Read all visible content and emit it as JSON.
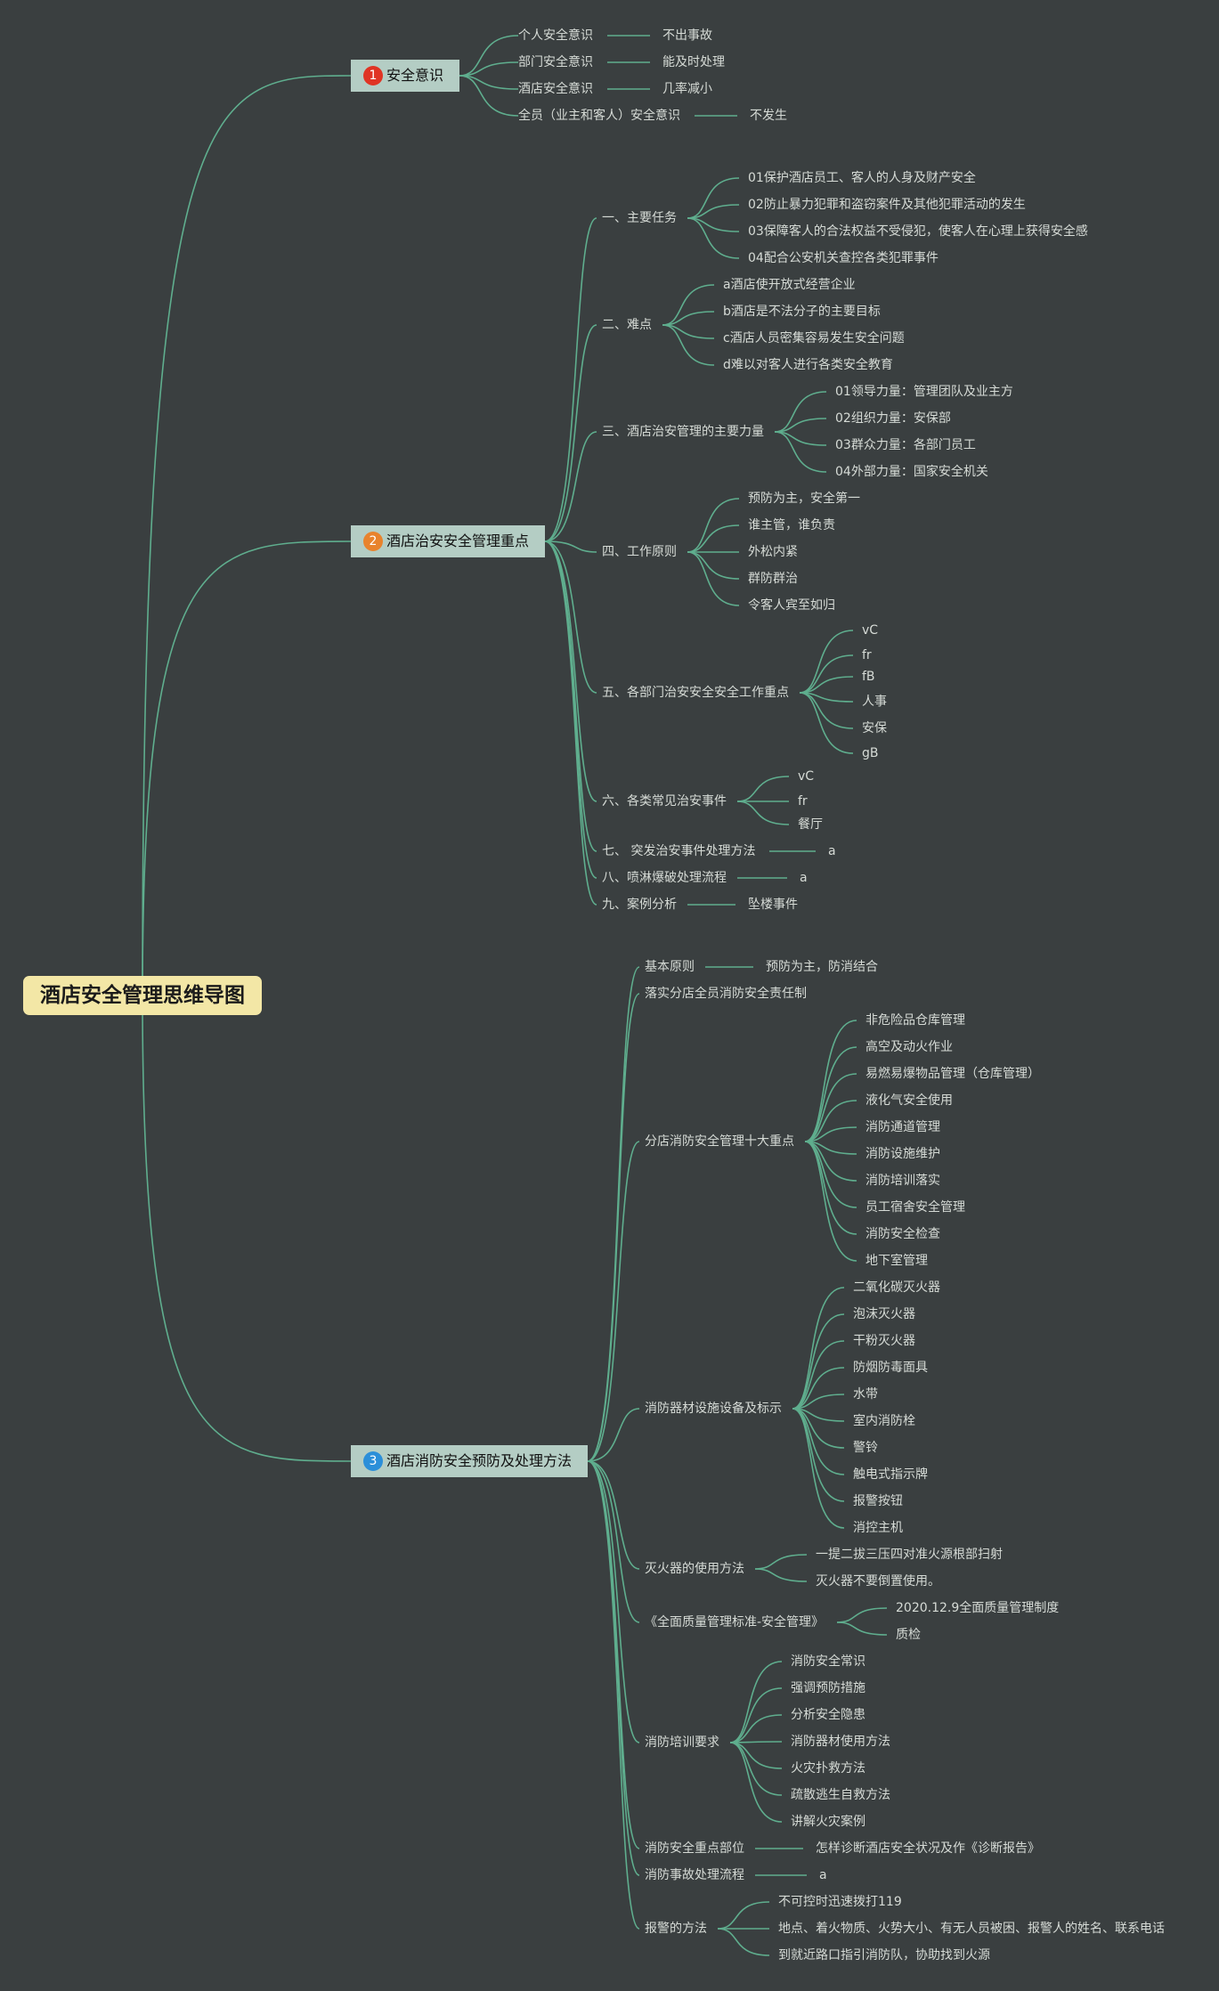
{
  "root": "酒店安全管理思维导图",
  "colors": {
    "background": "#3a3f40",
    "line": "#5fae8e",
    "root_fill": "#f3e7a6",
    "topic_fill": "#b4cdc4",
    "badges": [
      "#e03424",
      "#e8832d",
      "#2b8fd9"
    ]
  },
  "topics": [
    {
      "num": "1",
      "label": "安全意识",
      "children": [
        {
          "label": "个人安全意识",
          "children": [
            {
              "label": "不出事故"
            }
          ]
        },
        {
          "label": "部门安全意识",
          "children": [
            {
              "label": "能及时处理"
            }
          ]
        },
        {
          "label": "酒店安全意识",
          "children": [
            {
              "label": "几率减小"
            }
          ]
        },
        {
          "label": "全员（业主和客人）安全意识",
          "children": [
            {
              "label": "不发生"
            }
          ]
        }
      ]
    },
    {
      "num": "2",
      "label": "酒店治安安全管理重点",
      "children": [
        {
          "label": "一、主要任务",
          "children": [
            {
              "label": "01保护酒店员工、客人的人身及财产安全"
            },
            {
              "label": "02防止暴力犯罪和盗窃案件及其他犯罪活动的发生"
            },
            {
              "label": "03保障客人的合法权益不受侵犯，使客人在心理上获得安全感"
            },
            {
              "label": "04配合公安机关查控各类犯罪事件"
            }
          ]
        },
        {
          "label": "二、难点",
          "children": [
            {
              "label": "a酒店使开放式经营企业"
            },
            {
              "label": "b酒店是不法分子的主要目标"
            },
            {
              "label": "c酒店人员密集容易发生安全问题"
            },
            {
              "label": "d难以对客人进行各类安全教育"
            }
          ]
        },
        {
          "label": "三、酒店治安管理的主要力量",
          "children": [
            {
              "label": "01领导力量：管理团队及业主方"
            },
            {
              "label": "02组织力量：安保部"
            },
            {
              "label": "03群众力量：各部门员工"
            },
            {
              "label": "04外部力量：国家安全机关"
            }
          ]
        },
        {
          "label": "四、工作原则",
          "children": [
            {
              "label": "预防为主，安全第一"
            },
            {
              "label": "谁主管，谁负责"
            },
            {
              "label": "外松内紧"
            },
            {
              "label": "群防群治"
            },
            {
              "label": "令客人宾至如归"
            }
          ]
        },
        {
          "label": "五、各部门治安安全安全工作重点",
          "children": [
            {
              "label": "vC"
            },
            {
              "label": "fr"
            },
            {
              "label": "fB"
            },
            {
              "label": "人事"
            },
            {
              "label": "安保"
            },
            {
              "label": "gB"
            }
          ]
        },
        {
          "label": "六、各类常见治安事件",
          "children": [
            {
              "label": "vC"
            },
            {
              "label": "fr"
            },
            {
              "label": "餐厅"
            }
          ]
        },
        {
          "label": "七、 突发治安事件处理方法",
          "children": [
            {
              "label": "a"
            }
          ]
        },
        {
          "label": "八、喷淋爆破处理流程",
          "children": [
            {
              "label": "a"
            }
          ]
        },
        {
          "label": "九、案例分析",
          "children": [
            {
              "label": "坠楼事件"
            }
          ]
        }
      ]
    },
    {
      "num": "3",
      "label": "酒店消防安全预防及处理方法",
      "children": [
        {
          "label": "基本原则",
          "children": [
            {
              "label": "预防为主，防消结合"
            }
          ]
        },
        {
          "label": "落实分店全员消防安全责任制",
          "children": []
        },
        {
          "label": "分店消防安全管理十大重点",
          "children": [
            {
              "label": "非危险品仓库管理"
            },
            {
              "label": "高空及动火作业"
            },
            {
              "label": "易燃易爆物品管理（仓库管理）"
            },
            {
              "label": "液化气安全使用"
            },
            {
              "label": "消防通道管理"
            },
            {
              "label": "消防设施维护"
            },
            {
              "label": "消防培训落实"
            },
            {
              "label": "员工宿舍安全管理"
            },
            {
              "label": "消防安全检查"
            },
            {
              "label": "地下室管理"
            }
          ]
        },
        {
          "label": "消防器材设施设备及标示",
          "children": [
            {
              "label": "二氧化碳灭火器"
            },
            {
              "label": "泡沫灭火器"
            },
            {
              "label": "干粉灭火器"
            },
            {
              "label": "防烟防毒面具"
            },
            {
              "label": "水带"
            },
            {
              "label": "室内消防栓"
            },
            {
              "label": "警铃"
            },
            {
              "label": "触电式指示牌"
            },
            {
              "label": "报警按钮"
            },
            {
              "label": "消控主机"
            }
          ]
        },
        {
          "label": "灭火器的使用方法",
          "children": [
            {
              "label": "一提二拔三压四对准火源根部扫射"
            },
            {
              "label": "灭火器不要倒置使用。"
            }
          ]
        },
        {
          "label": "《全面质量管理标准-安全管理》",
          "children": [
            {
              "label": "2020.12.9全面质量管理制度"
            },
            {
              "label": "质检"
            }
          ]
        },
        {
          "label": "消防培训要求",
          "children": [
            {
              "label": "消防安全常识"
            },
            {
              "label": "强调预防措施"
            },
            {
              "label": "分析安全隐患"
            },
            {
              "label": "消防器材使用方法"
            },
            {
              "label": "火灾扑救方法"
            },
            {
              "label": "疏散逃生自救方法"
            },
            {
              "label": "讲解火灾案例"
            }
          ]
        },
        {
          "label": "消防安全重点部位",
          "children": [
            {
              "label": "怎样诊断酒店安全状况及作《诊断报告》"
            }
          ]
        },
        {
          "label": "消防事故处理流程",
          "children": [
            {
              "label": "a"
            }
          ]
        },
        {
          "label": "报警的方法",
          "children": [
            {
              "label": "不可控时迅速拨打119"
            },
            {
              "label": "地点、着火物质、火势大小、有无人员被困、报警人的姓名、联系电话"
            },
            {
              "label": "到就近路口指引消防队，协助找到火源"
            }
          ]
        }
      ]
    }
  ]
}
